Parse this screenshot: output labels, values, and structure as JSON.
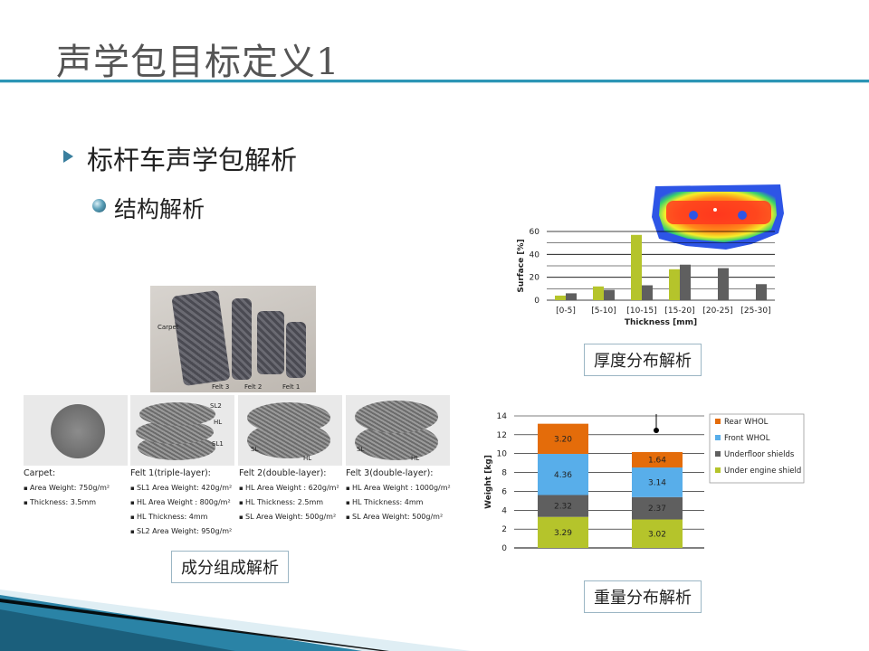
{
  "slide": {
    "title": "声学包目标定义1",
    "bullet1": "标杆车声学包解析",
    "bullet2": "结构解析"
  },
  "captions": {
    "thickness": "厚度分布解析",
    "composition": "成分组成解析",
    "weight": "重量分布解析"
  },
  "photo_labels": {
    "carpet": "Carpet",
    "felt3": "Felt 3",
    "felt2": "Felt 2",
    "felt1": "Felt 1",
    "sl2": "SL2",
    "hl": "HL",
    "sl1": "SL1",
    "sl": "SL"
  },
  "materials": [
    {
      "title": "Carpet:",
      "items": [
        "Area Weight: 750g/m²",
        "Thickness: 3.5mm"
      ]
    },
    {
      "title": "Felt 1(triple-layer):",
      "items": [
        "SL1 Area Weight: 420g/m²",
        "HL Area Weight : 800g/m²",
        "HL Thickness: 4mm",
        "SL2 Area Weight: 950g/m²"
      ]
    },
    {
      "title": "Felt 2(double-layer):",
      "items": [
        "HL Area Weight : 620g/m²",
        "HL Thickness: 2.5mm",
        "SL Area Weight: 500g/m²"
      ]
    },
    {
      "title": "Felt 3(double-layer):",
      "items": [
        "HL Area Weight : 1000g/m²",
        "HL Thickness: 4mm",
        "SL Area Weight: 500g/m²"
      ]
    }
  ],
  "colors": {
    "accent": "#2c95b5",
    "lime": "#b5c42b",
    "grey": "#5f5f5f",
    "blue": "#58aeea",
    "orange": "#e46c0a"
  },
  "chart_data": [
    {
      "type": "bar",
      "categories": [
        "[0-5]",
        "[5-10]",
        "[10-15]",
        "[15-20]",
        "[20-25]",
        "[25-30]"
      ],
      "series": [
        {
          "values": [
            4,
            12,
            57,
            27,
            0,
            0
          ]
        },
        {
          "values": [
            6,
            9,
            13,
            31,
            28,
            14
          ]
        }
      ],
      "title": "",
      "xlabel": "Thickness [mm]",
      "ylabel": "Surface [%]",
      "ylim": [
        0,
        60
      ],
      "yticks": [
        0,
        20,
        40,
        60
      ],
      "grid": true
    },
    {
      "type": "bar",
      "stacked": true,
      "categories": [
        "",
        ""
      ],
      "series": [
        {
          "name": "Under engine shield",
          "values": [
            3.29,
            3.02
          ]
        },
        {
          "name": "Underfloor shields",
          "values": [
            2.32,
            2.37
          ]
        },
        {
          "name": "Front WHOL",
          "values": [
            4.36,
            3.14
          ]
        },
        {
          "name": "Rear WHOL",
          "values": [
            3.2,
            1.64
          ]
        }
      ],
      "labels": [
        [
          "3.29",
          "2.32",
          "4.36",
          "3.20"
        ],
        [
          "3.02",
          "2.37",
          "3.14",
          "1.64"
        ]
      ],
      "legend_order": [
        "Rear WHOL",
        "Front WHOL",
        "Underfloor shields",
        "Under engine shield"
      ],
      "title": "",
      "xlabel": "",
      "ylabel": "Weight [kg]",
      "ylim": [
        0,
        14
      ],
      "yticks": [
        0,
        2,
        4,
        6,
        8,
        10,
        12,
        14
      ],
      "grid": true,
      "legend": "right"
    }
  ]
}
